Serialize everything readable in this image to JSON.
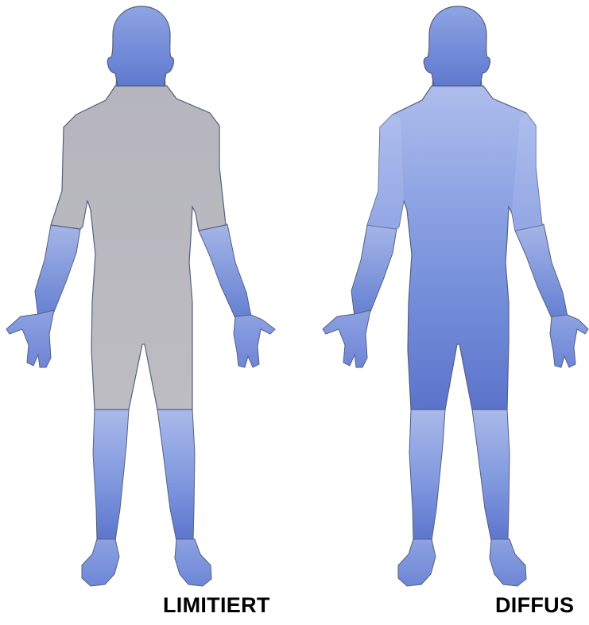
{
  "figures": [
    {
      "id": "limited",
      "label": "LIMITIERT",
      "affected_regions": [
        "head",
        "neck",
        "forearms",
        "hands",
        "lower-legs",
        "feet"
      ],
      "spared_regions": [
        "trunk",
        "upper-arms",
        "thighs"
      ]
    },
    {
      "id": "diffuse",
      "label": "DIFFUS",
      "affected_regions": [
        "head",
        "neck",
        "trunk",
        "upper-arms",
        "forearms",
        "hands",
        "thighs",
        "lower-legs",
        "feet"
      ],
      "spared_regions": []
    }
  ],
  "colors": {
    "affected_light": "#a8b8ea",
    "affected_mid": "#7f97de",
    "affected_dark": "#5b74cc",
    "spared": "#b9b8bf",
    "outline": "#56607f",
    "label_text": "#000000"
  }
}
